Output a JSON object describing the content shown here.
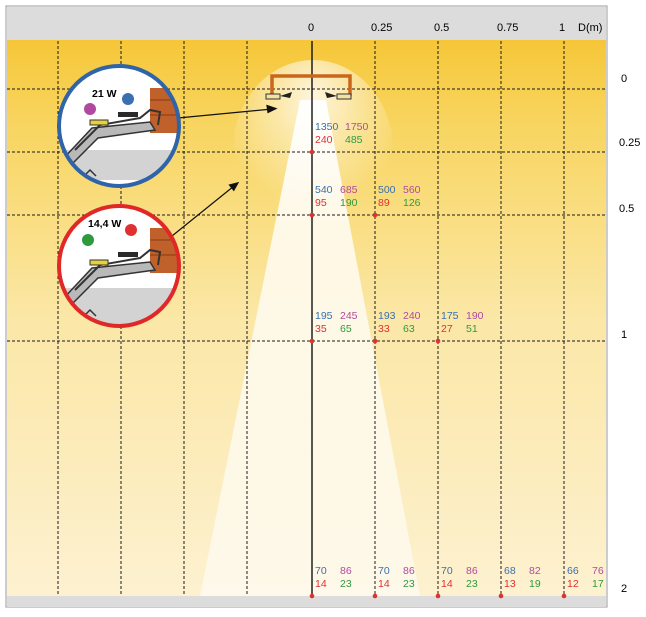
{
  "axes": {
    "top_ticks": [
      "0",
      "0.25",
      "0.5",
      "0.75",
      "1"
    ],
    "top_unit": "D(m)",
    "right_ticks": [
      "0",
      "0.25",
      "0.5",
      "1",
      "2"
    ]
  },
  "colors": {
    "blue": "#3a6fb0",
    "purple": "#b04aa0",
    "red": "#e03030",
    "green": "#2e9a3e",
    "blue_ring": "#2f64a8",
    "red_ring": "#e02828",
    "bracket": "#c9661c"
  },
  "insets": [
    {
      "label": "21 W",
      "ring": "blue",
      "dots": [
        "blue",
        "purple"
      ]
    },
    {
      "label": "14,4 W",
      "ring": "red",
      "dots": [
        "red",
        "green"
      ]
    }
  ],
  "readings": [
    {
      "d": 0.25,
      "x": 0,
      "blue": "1350",
      "purple": "1750",
      "red": "240",
      "green": "485"
    },
    {
      "d": 0.5,
      "x": 0,
      "blue": "540",
      "purple": "685",
      "red": "95",
      "green": "190"
    },
    {
      "d": 0.5,
      "x": 0.25,
      "blue": "500",
      "purple": "560",
      "red": "89",
      "green": "126"
    },
    {
      "d": 1,
      "x": 0,
      "blue": "195",
      "purple": "245",
      "red": "35",
      "green": "65"
    },
    {
      "d": 1,
      "x": 0.25,
      "blue": "193",
      "purple": "240",
      "red": "33",
      "green": "63"
    },
    {
      "d": 1,
      "x": 0.5,
      "blue": "175",
      "purple": "190",
      "red": "27",
      "green": "51"
    },
    {
      "d": 2,
      "x": 0,
      "blue": "70",
      "purple": "86",
      "red": "14",
      "green": "23"
    },
    {
      "d": 2,
      "x": 0.25,
      "blue": "70",
      "purple": "86",
      "red": "14",
      "green": "23"
    },
    {
      "d": 2,
      "x": 0.5,
      "blue": "70",
      "purple": "86",
      "red": "14",
      "green": "23"
    },
    {
      "d": 2,
      "x": 0.75,
      "blue": "68",
      "purple": "82",
      "red": "13",
      "green": "19"
    },
    {
      "d": 2,
      "x": 1,
      "blue": "66",
      "purple": "76",
      "red": "12",
      "green": "17"
    }
  ]
}
